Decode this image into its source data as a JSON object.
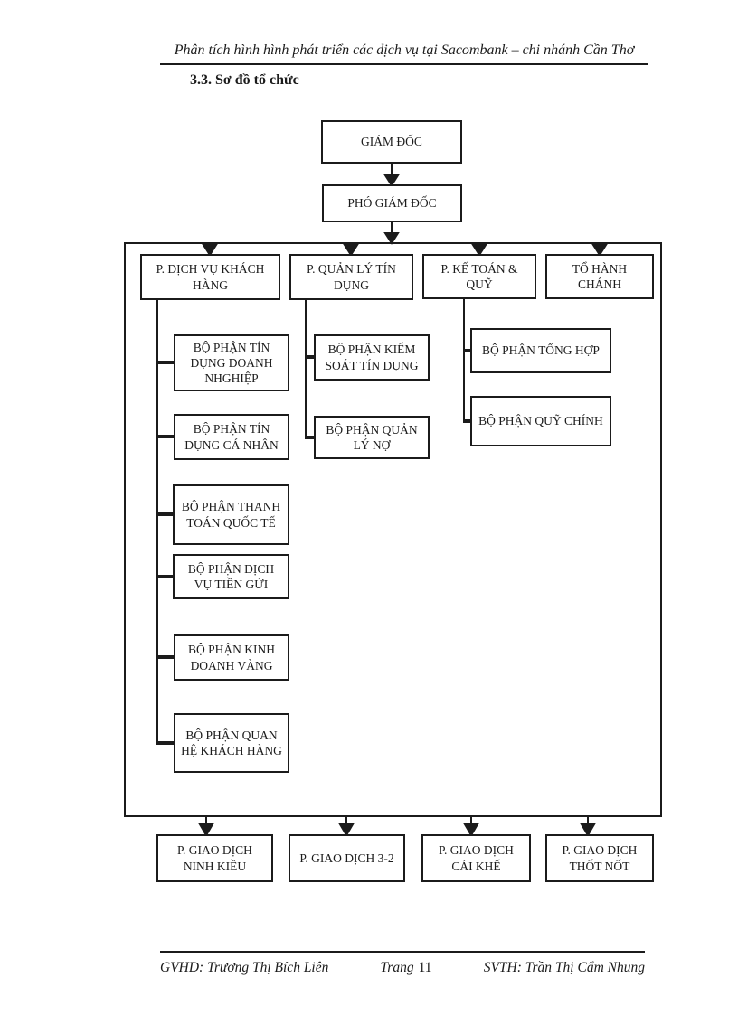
{
  "page": {
    "header_title": "Phân tích hình hình phát triển các dịch vụ tại Sacombank – chi nhánh Cần Thơ",
    "section_title": "3.3. Sơ đồ tổ chức"
  },
  "org_chart": {
    "director": "GIÁM ĐỐC",
    "deputy_director": "PHÓ GIÁM ĐỐC",
    "departments": [
      {
        "label": "P. DỊCH VỤ KHÁCH HÀNG"
      },
      {
        "label": "P. QUẢN LÝ TÍN DỤNG"
      },
      {
        "label": "P. KẾ TOÁN & QUỸ"
      },
      {
        "label": "TỔ HÀNH CHÁNH"
      }
    ],
    "customer_service_units": [
      {
        "label": "BỘ PHẬN TÍN DỤNG DOANH NHGHIỆP"
      },
      {
        "label": "BỘ PHẬN TÍN DỤNG CÁ NHÂN"
      },
      {
        "label": "BỘ PHẬN THANH TOÁN QUỐC TẾ"
      },
      {
        "label": "BỘ PHẬN DỊCH VỤ TIỀN GỬI"
      },
      {
        "label": "BỘ PHẬN KINH DOANH VÀNG"
      },
      {
        "label": "BỘ PHẬN QUAN HỆ KHÁCH HÀNG"
      }
    ],
    "credit_management_units": [
      {
        "label": "BỘ PHẬN KIỂM SOÁT TÍN DỤNG"
      },
      {
        "label": "BỘ PHẬN QUẢN LÝ NỢ"
      }
    ],
    "accounting_units": [
      {
        "label": "BỘ PHẬN TỔNG HỢP"
      },
      {
        "label": "BỘ PHẬN QUỸ CHÍNH"
      }
    ],
    "transaction_offices": [
      {
        "label": "P. GIAO DỊCH NINH KIỀU"
      },
      {
        "label": "P. GIAO DỊCH 3-2"
      },
      {
        "label": "P. GIAO DỊCH CÁI KHẾ"
      },
      {
        "label": "P. GIAO DỊCH THỐT NỐT"
      }
    ]
  },
  "footer": {
    "advisor": "GVHD: Trương Thị Bích Liên",
    "page_label": "Trang",
    "page_number": "11",
    "student": "SVTH: Trần Thị Cẩm Nhung"
  },
  "colors": {
    "ink": "#1b1b1b",
    "background": "#ffffff"
  }
}
